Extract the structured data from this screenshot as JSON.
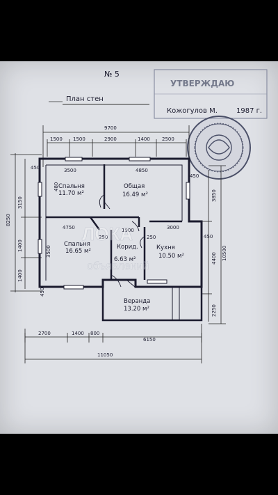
{
  "sheet": {
    "number": "№ 5",
    "title": "План стен",
    "approval_stamp": {
      "line1": "УТВЕРЖДАЮ",
      "signatory": "Кожогулов М.",
      "year": "1987 г."
    },
    "round_seal": "seal"
  },
  "rooms": [
    {
      "name": "Спальня",
      "area": "11.70 м²"
    },
    {
      "name": "Общая",
      "area": "16.49 м²"
    },
    {
      "name": "Спальня",
      "area": "16.65 м²"
    },
    {
      "name": "Корид.",
      "area": "6.63 м²"
    },
    {
      "name": "Кухня",
      "area": "10.50 м²"
    },
    {
      "name": "Веранда",
      "area": "13.20 м²"
    }
  ],
  "dimensions": {
    "top_total": "9700",
    "top_segments": [
      "1500",
      "1500",
      "2900",
      "1400",
      "2500"
    ],
    "bottom_total": "11050",
    "bottom_segments": [
      "2700",
      "1400",
      "800",
      "6150"
    ],
    "left_total": "8250",
    "left_segments": [
      "3150",
      "1400",
      "1400"
    ],
    "right_total": "10500",
    "right_segments": [
      "3850",
      "4400",
      "2250"
    ],
    "interior": {
      "w_3500": "3500",
      "w_4850": "4850",
      "w_4750": "4750",
      "w_1900": "1900",
      "w_3000": "3000",
      "t_450_tl": "450",
      "t_450_tr": "450",
      "t_450_r": "450",
      "t_450_bl": "450",
      "t_250_a": "250",
      "t_250_b": "250",
      "h_480": "480",
      "h_3500": "3500"
    }
  },
  "watermark": {
    "brand": "ЛОКА",
    "caption": "объявлений"
  }
}
